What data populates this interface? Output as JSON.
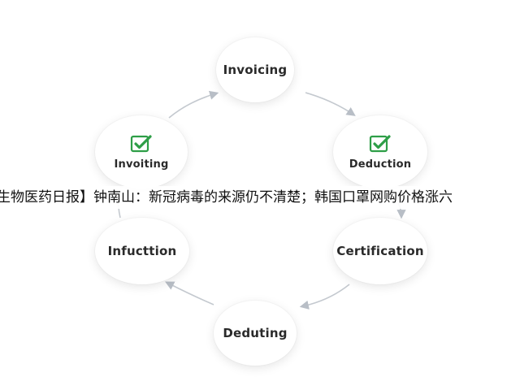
{
  "diagram": {
    "nodes": [
      {
        "id": "invoicing",
        "label": "Invoicing",
        "icon": null
      },
      {
        "id": "deduction",
        "label": "Deduction",
        "icon": "green-check-icon"
      },
      {
        "id": "certification",
        "label": "Certification",
        "icon": null
      },
      {
        "id": "deduting",
        "label": "Deduting",
        "icon": null
      },
      {
        "id": "infuction",
        "label": "Infucttion",
        "icon": null
      },
      {
        "id": "invoiting",
        "label": "Invoiting",
        "icon": "green-check-icon"
      }
    ],
    "flow_direction": "clockwise",
    "colors": {
      "check": "#2e9e47",
      "arrow": "#b8bec6",
      "node_text": "#2a2a2a"
    }
  },
  "banner": {
    "text": "生物医药日报】钟南山：新冠病毒的来源仍不清楚；韩国口罩网购价格涨六"
  }
}
